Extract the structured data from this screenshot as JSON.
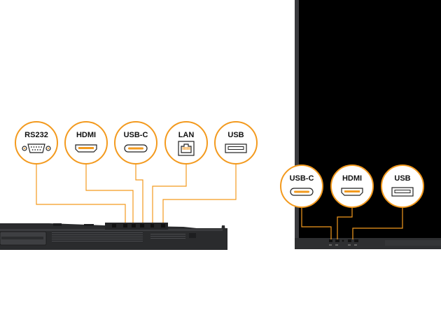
{
  "colors": {
    "accent": "#F39A1E",
    "device_dark": "#2a2b2d",
    "device_mid": "#3a3b3e",
    "screen": "#000000",
    "background": "#ffffff"
  },
  "bottom_panel": {
    "ports": [
      {
        "label": "RS232",
        "icon": "serial-db9-icon"
      },
      {
        "label": "HDMI",
        "icon": "hdmi-port-icon"
      },
      {
        "label": "USB-C",
        "icon": "usb-c-port-icon"
      },
      {
        "label": "LAN",
        "icon": "ethernet-port-icon"
      },
      {
        "label": "USB",
        "icon": "usb-a-port-icon"
      }
    ]
  },
  "front_panel": {
    "ports": [
      {
        "label": "USB-C",
        "icon": "usb-c-port-icon"
      },
      {
        "label": "HDMI",
        "icon": "hdmi-port-icon"
      },
      {
        "label": "USB",
        "icon": "usb-a-port-icon"
      }
    ]
  }
}
